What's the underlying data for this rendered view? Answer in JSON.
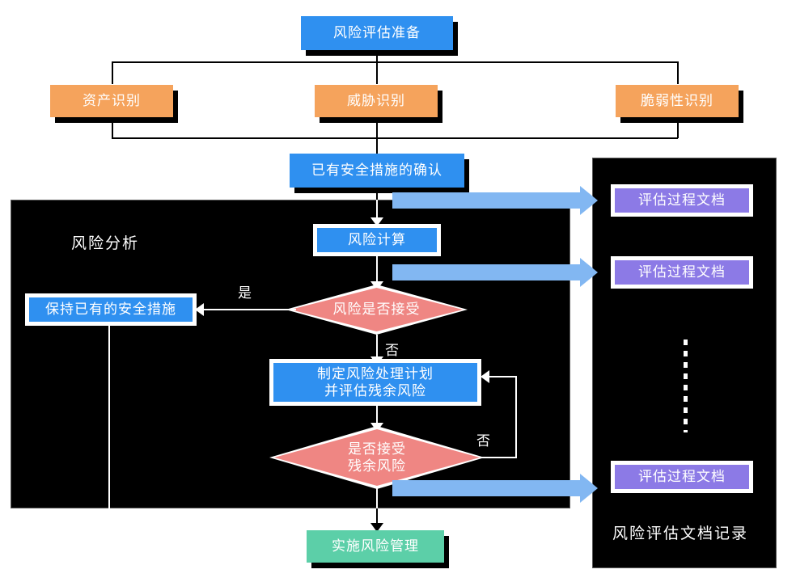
{
  "diagram": {
    "title_node": {
      "label": "风险评估准备"
    },
    "identification_row": [
      {
        "label": "资产识别"
      },
      {
        "label": "威胁识别"
      },
      {
        "label": "脆弱性识别"
      }
    ],
    "existing_controls": {
      "label": "已有安全措施的确认"
    },
    "analysis_panel": {
      "label": "风险分析",
      "nodes": {
        "risk_calculation": {
          "label": "风险计算"
        },
        "risk_accept_decision": {
          "label": "风险是否接受"
        },
        "keep_existing_controls": {
          "label": "保持已有的安全措施"
        },
        "treatment_plan": {
          "label": "制定风险处理计划\n并评估残余风险"
        },
        "residual_accept_decision": {
          "label": "是否接受\n残余风险"
        }
      },
      "edge_labels": {
        "yes": "是",
        "no_1": "否",
        "no_2": "否"
      }
    },
    "implementation": {
      "label": "实施风险管理"
    },
    "documents_panel": {
      "label": "风险评估文档记录",
      "items": [
        {
          "label": "评估过程文档"
        },
        {
          "label": "评估过程文档"
        },
        {
          "label": "评估过程文档"
        }
      ],
      "ellipsis": "⋮"
    },
    "colors": {
      "blue": "#2f90f0",
      "orange": "#f5a35c",
      "green": "#5ccfa8",
      "purple": "#8c7ae6",
      "decision_red": "#ef8683",
      "panel_black": "#000000",
      "flow_arrow_blue": "#82b7f2",
      "background": "#ffffff"
    }
  }
}
